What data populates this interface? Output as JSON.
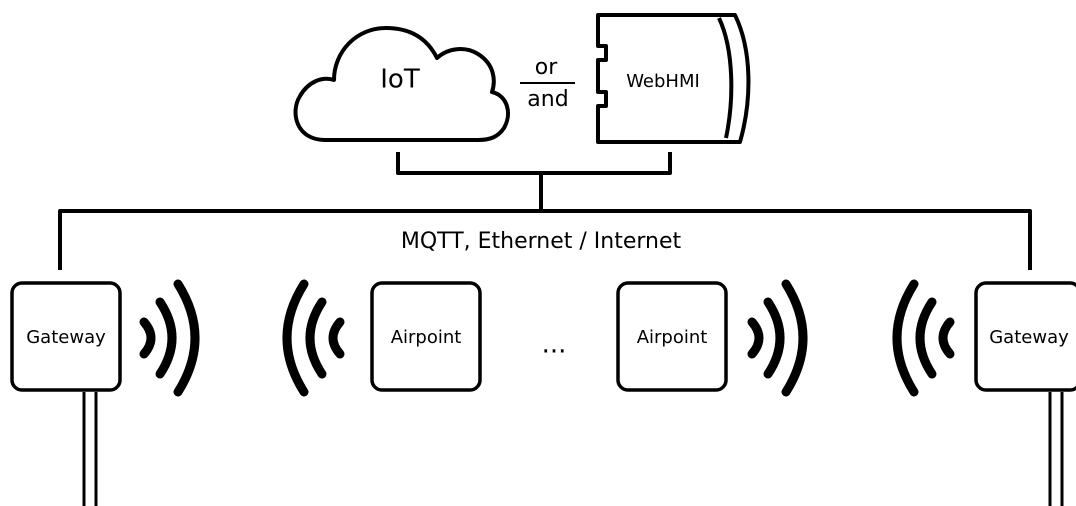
{
  "cloud": {
    "label": "IoT"
  },
  "connector": {
    "top": "or",
    "bottom": "and"
  },
  "hmi": {
    "label": "WebHMI"
  },
  "network": {
    "label": "MQTT, Ethernet / Internet"
  },
  "devices": {
    "gateway_left": "Gateway",
    "airpoint_1": "Airpoint",
    "ellipsis": "...",
    "airpoint_2": "Airpoint",
    "gateway_right": "Gateway"
  }
}
